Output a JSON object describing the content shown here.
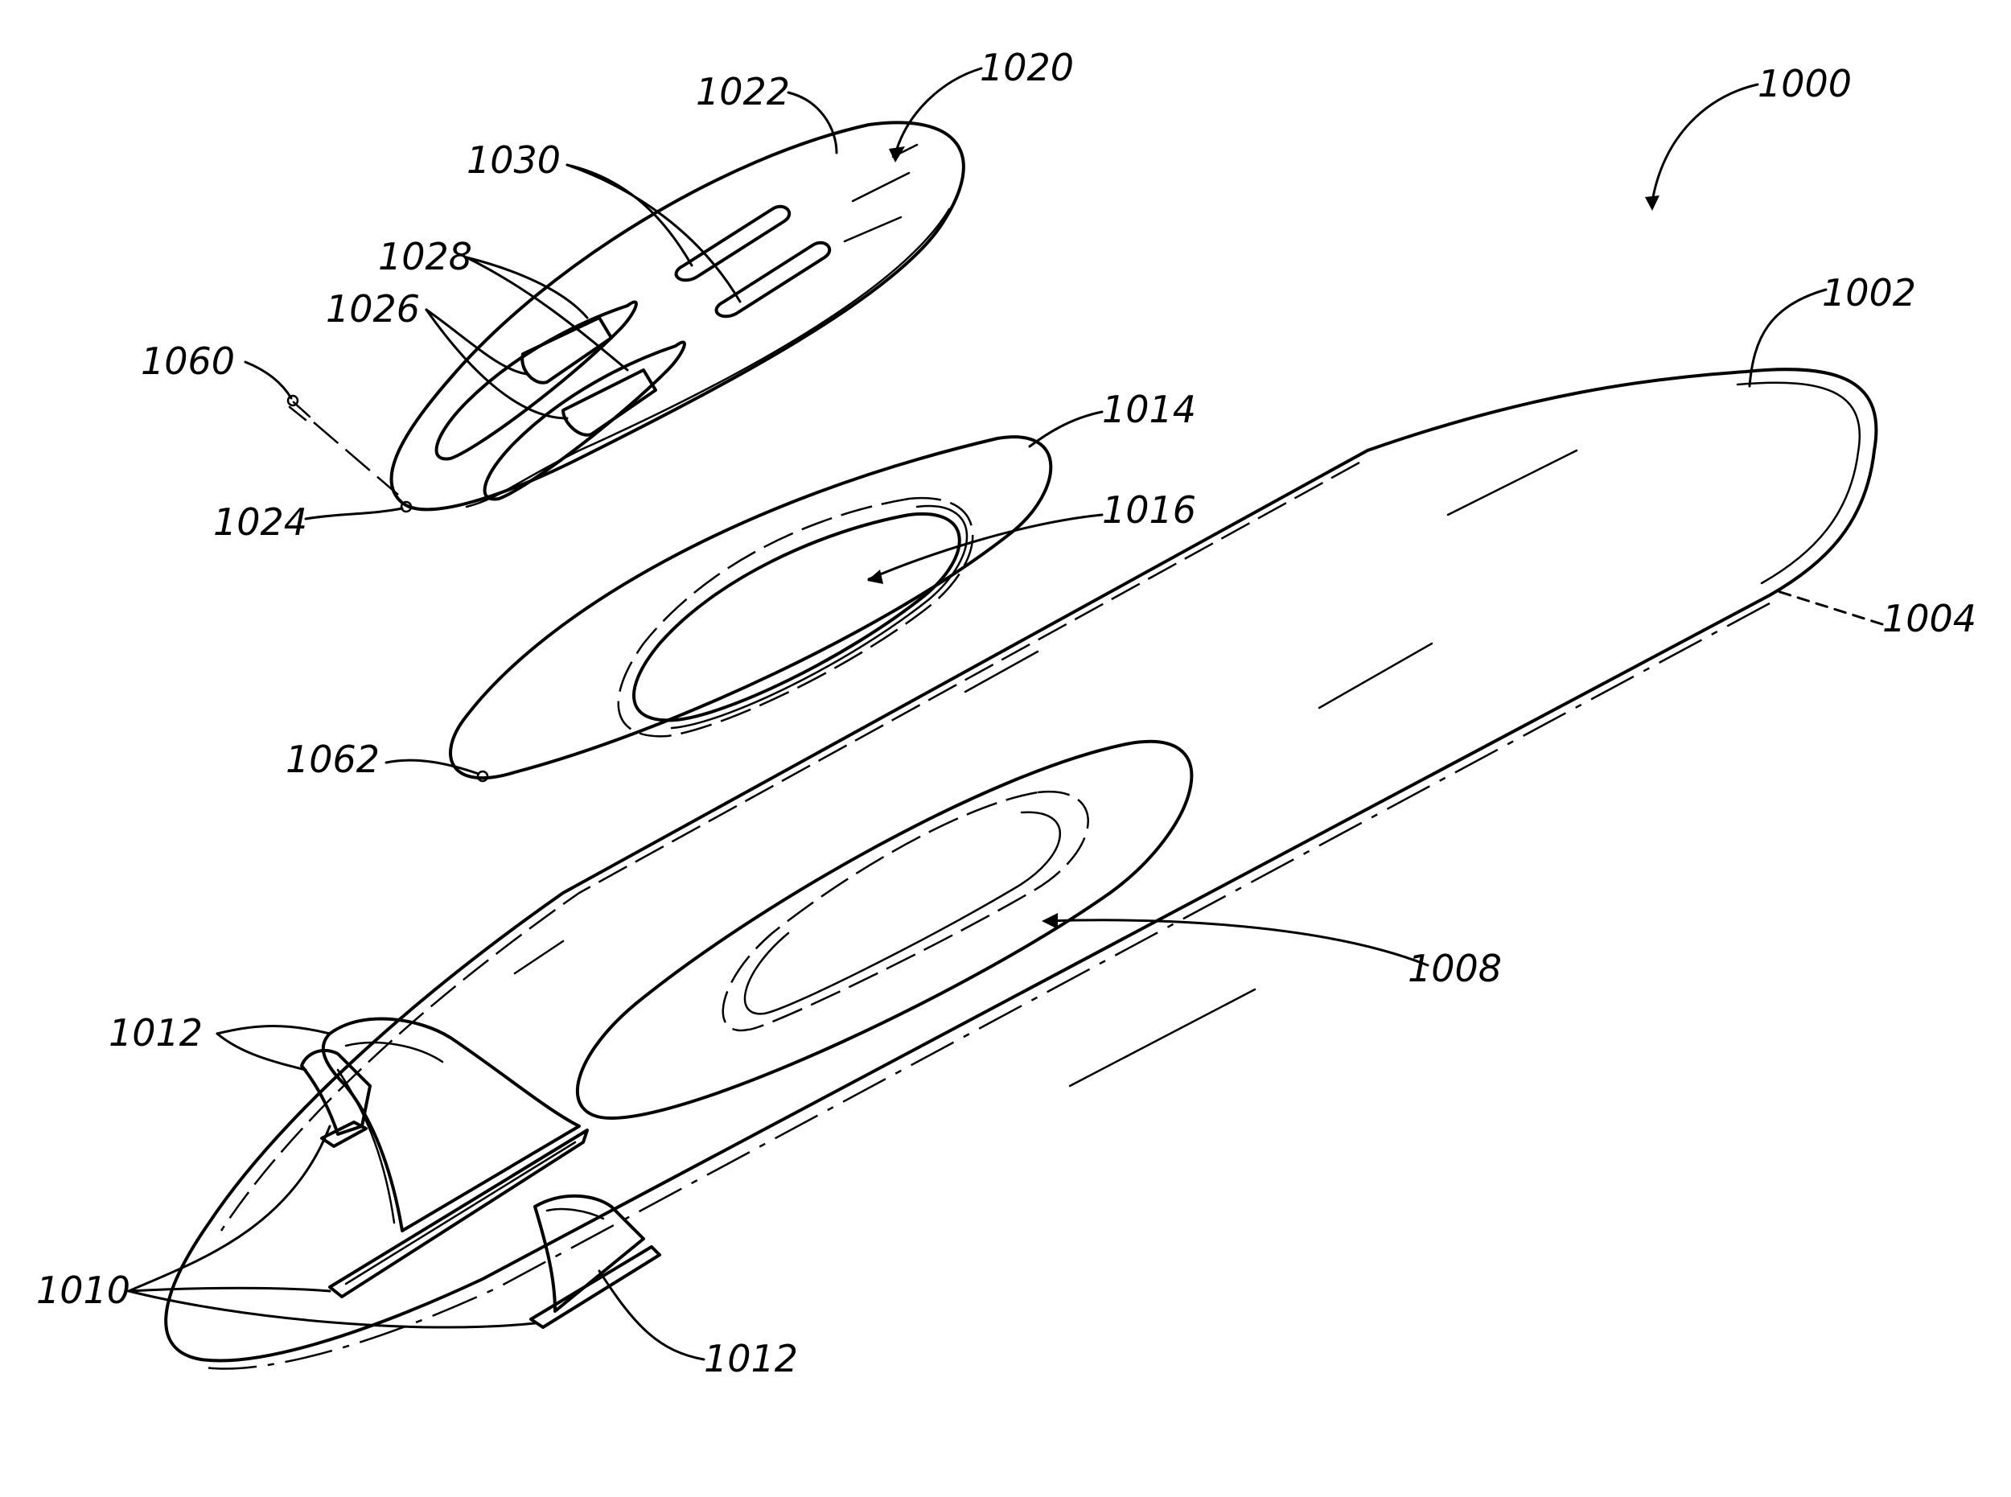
{
  "figure": {
    "labels": {
      "l1000": "1000",
      "l1002": "1002",
      "l1004": "1004",
      "l1008": "1008",
      "l1010": "1010",
      "l1012a": "1012",
      "l1012b": "1012",
      "l1014": "1014",
      "l1016": "1016",
      "l1020": "1020",
      "l1022": "1022",
      "l1024": "1024",
      "l1026": "1026",
      "l1028": "1028",
      "l1030": "1030",
      "l1060": "1060",
      "l1062": "1062"
    }
  }
}
